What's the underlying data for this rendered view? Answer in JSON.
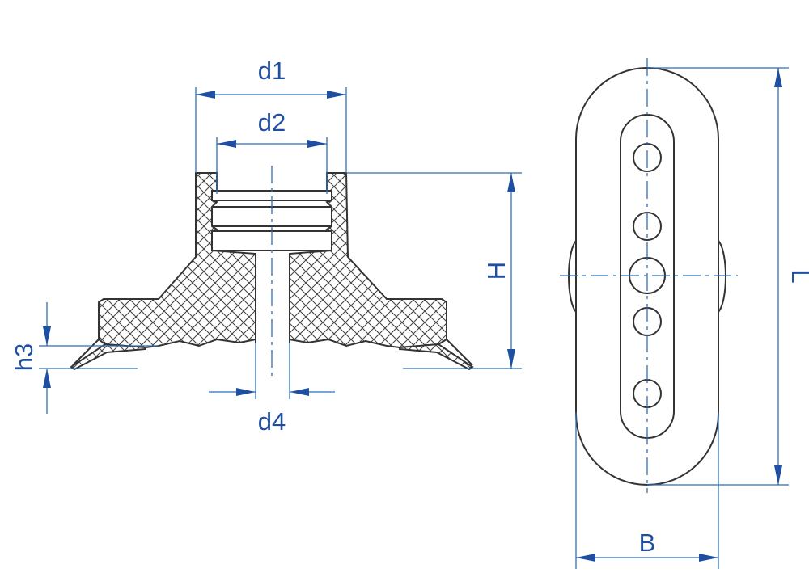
{
  "labels": {
    "d1": "d1",
    "d2": "d2",
    "d4": "d4",
    "H": "H",
    "h3": "h3",
    "L": "L",
    "B": "B"
  },
  "colors": {
    "dimension": "#1f4fa0",
    "outline": "#333333",
    "hatch": "#444444"
  }
}
